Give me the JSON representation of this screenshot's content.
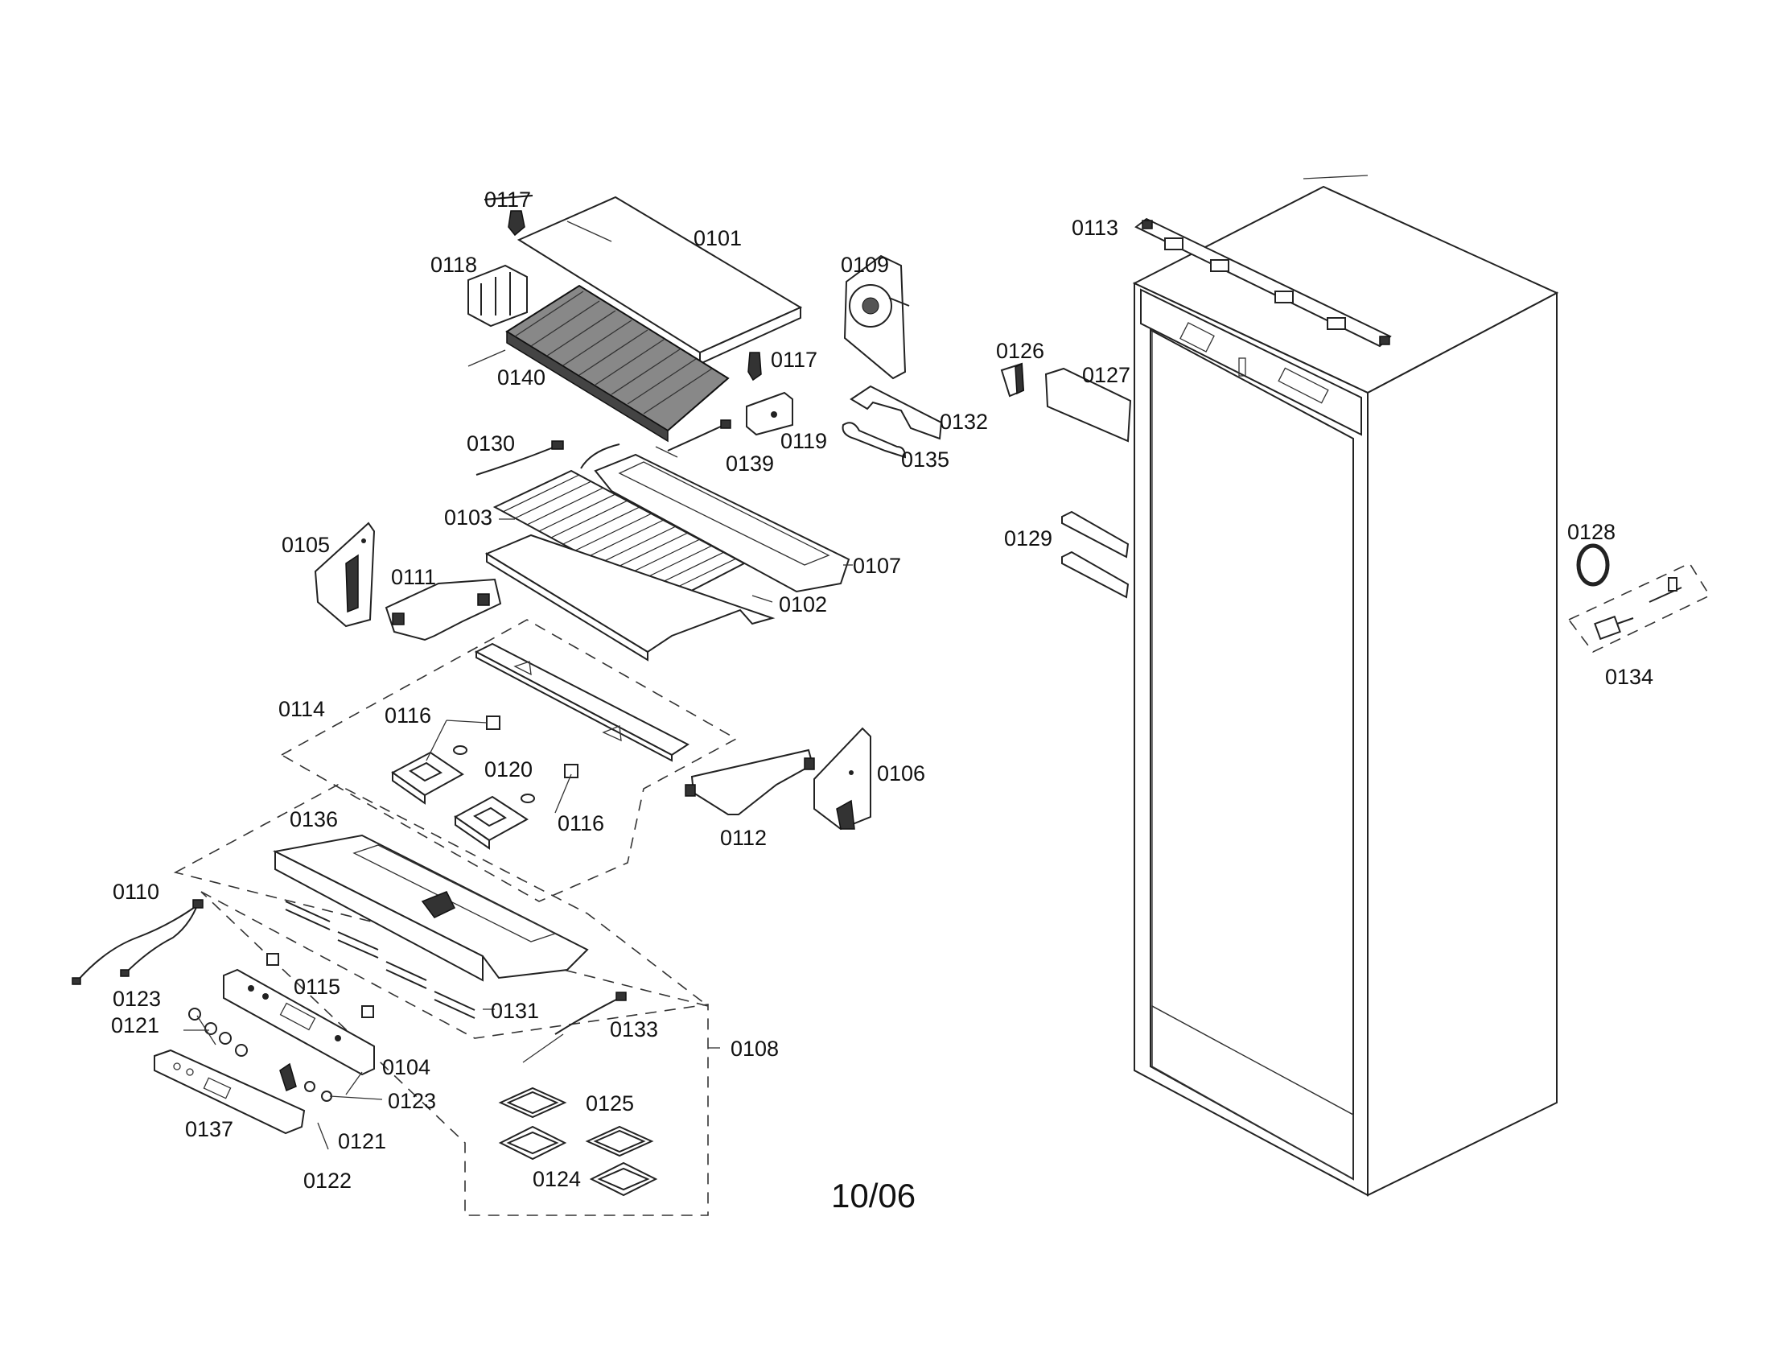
{
  "diagram": {
    "date_code": "10/06",
    "part_labels": {
      "p0101": "0101",
      "p0102": "0102",
      "p0103": "0103",
      "p0104": "0104",
      "p0105": "0105",
      "p0106": "0106",
      "p0107": "0107",
      "p0108": "0108",
      "p0109": "0109",
      "p0110": "0110",
      "p0111": "0111",
      "p0112": "0112",
      "p0113": "0113",
      "p0114": "0114",
      "p0115": "0115",
      "p0116a": "0116",
      "p0116b": "0116",
      "p0117a": "0117",
      "p0117b": "0117",
      "p0118": "0118",
      "p0119": "0119",
      "p0120": "0120",
      "p0121a": "0121",
      "p0121b": "0121",
      "p0122": "0122",
      "p0123a": "0123",
      "p0123b": "0123",
      "p0124": "0124",
      "p0125": "0125",
      "p0126": "0126",
      "p0127": "0127",
      "p0128": "0128",
      "p0129": "0129",
      "p0130": "0130",
      "p0131": "0131",
      "p0132": "0132",
      "p0133": "0133",
      "p0134": "0134",
      "p0135": "0135",
      "p0136": "0136",
      "p0137": "0137",
      "p0139": "0139",
      "p0140": "0140"
    }
  }
}
